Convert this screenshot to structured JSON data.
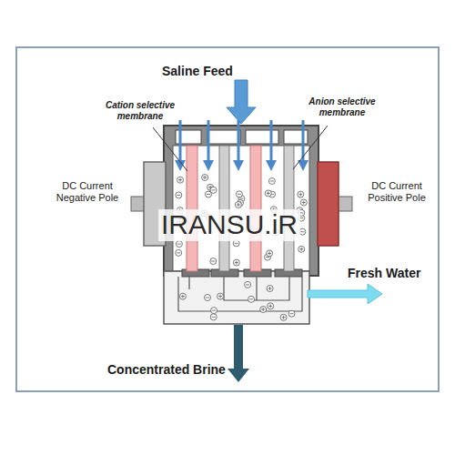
{
  "diagram": {
    "labels": [
      "Saline Feed",
      "Cation selective membrane",
      "Anion selective membrane",
      "DC Current Negative Pole",
      "DC Current Positive Pole",
      "Fresh Water",
      "Concentrated Brine",
      "IRANSU.iR"
    ]
  }
}
